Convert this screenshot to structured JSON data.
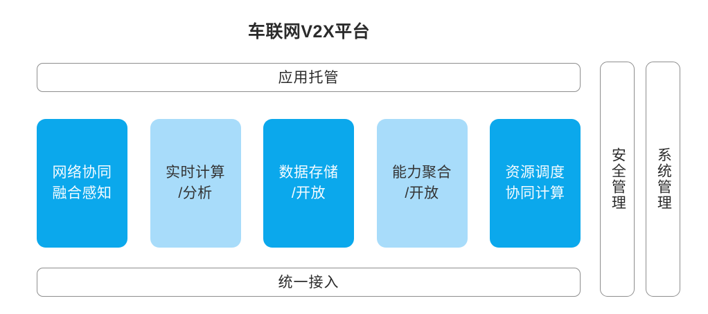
{
  "diagram": {
    "title": "车联网V2X平台",
    "top_layer": {
      "label": "应用托管"
    },
    "bottom_layer": {
      "label": "统一接入"
    },
    "capability_cards": [
      {
        "name": "network-collaboration",
        "line1": "网络协同",
        "line2": "融合感知",
        "tone": "dark",
        "fill": "#0BA8EC",
        "text_color": "#F4FBFF"
      },
      {
        "name": "realtime-computing",
        "line1": "实时计算",
        "line2": "/分析",
        "tone": "light",
        "fill": "#A8DCFA",
        "text_color": "#333333"
      },
      {
        "name": "data-storage",
        "line1": "数据存储",
        "line2": "/开放",
        "tone": "dark",
        "fill": "#0BA8EC",
        "text_color": "#F4FBFF"
      },
      {
        "name": "capability-aggregation",
        "line1": "能力聚合",
        "line2": "/开放",
        "tone": "light",
        "fill": "#A8DCFA",
        "text_color": "#333333"
      },
      {
        "name": "resource-scheduling",
        "line1": "资源调度",
        "line2": "协同计算",
        "tone": "dark",
        "fill": "#0BA8EC",
        "text_color": "#F4FBFF"
      }
    ],
    "side_panels": [
      {
        "name": "security-management",
        "label": "安全管理"
      },
      {
        "name": "system-management",
        "label": "系统管理"
      }
    ],
    "colors": {
      "background": "#FFFFFF",
      "border": "#8D8D8D",
      "accent_dark": "#0BA8EC",
      "accent_light": "#A8DCFA",
      "text": "#2B2B2B"
    }
  }
}
